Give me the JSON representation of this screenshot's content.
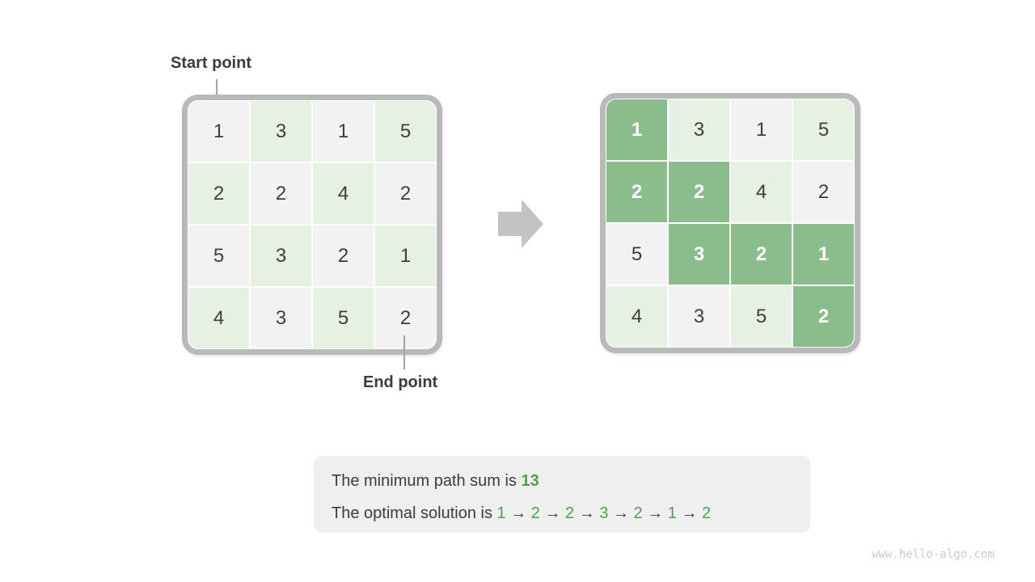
{
  "page": {
    "watermark": "www.hello-algo.com"
  },
  "labels": {
    "start": "Start point",
    "end": "End point"
  },
  "grids": {
    "before": {
      "rows": [
        [
          1,
          3,
          1,
          5
        ],
        [
          2,
          2,
          4,
          2
        ],
        [
          5,
          3,
          2,
          1
        ],
        [
          4,
          3,
          5,
          2
        ]
      ]
    },
    "after": {
      "rows": [
        [
          1,
          3,
          1,
          5
        ],
        [
          2,
          2,
          4,
          2
        ],
        [
          5,
          3,
          2,
          1
        ],
        [
          4,
          3,
          5,
          2
        ]
      ],
      "path_cells": [
        [
          0,
          0
        ],
        [
          1,
          0
        ],
        [
          1,
          1
        ],
        [
          2,
          1
        ],
        [
          2,
          2
        ],
        [
          2,
          3
        ],
        [
          3,
          3
        ]
      ]
    }
  },
  "summary": {
    "line1_prefix": "The minimum path sum is ",
    "line1_value": "13",
    "line2_prefix": "The optimal solution is ",
    "line2_path": [
      1,
      2,
      2,
      3,
      2,
      1,
      2
    ],
    "arrow_separator": "→"
  },
  "colors": {
    "path-green": "#8abd8b",
    "cell-light-green": "#e6f0e3",
    "cell-gray": "#f2f2f3",
    "frame-gray": "#b9b9b9",
    "arrow-gray": "#c3c3c3",
    "text-green": "#4f9e4f"
  }
}
